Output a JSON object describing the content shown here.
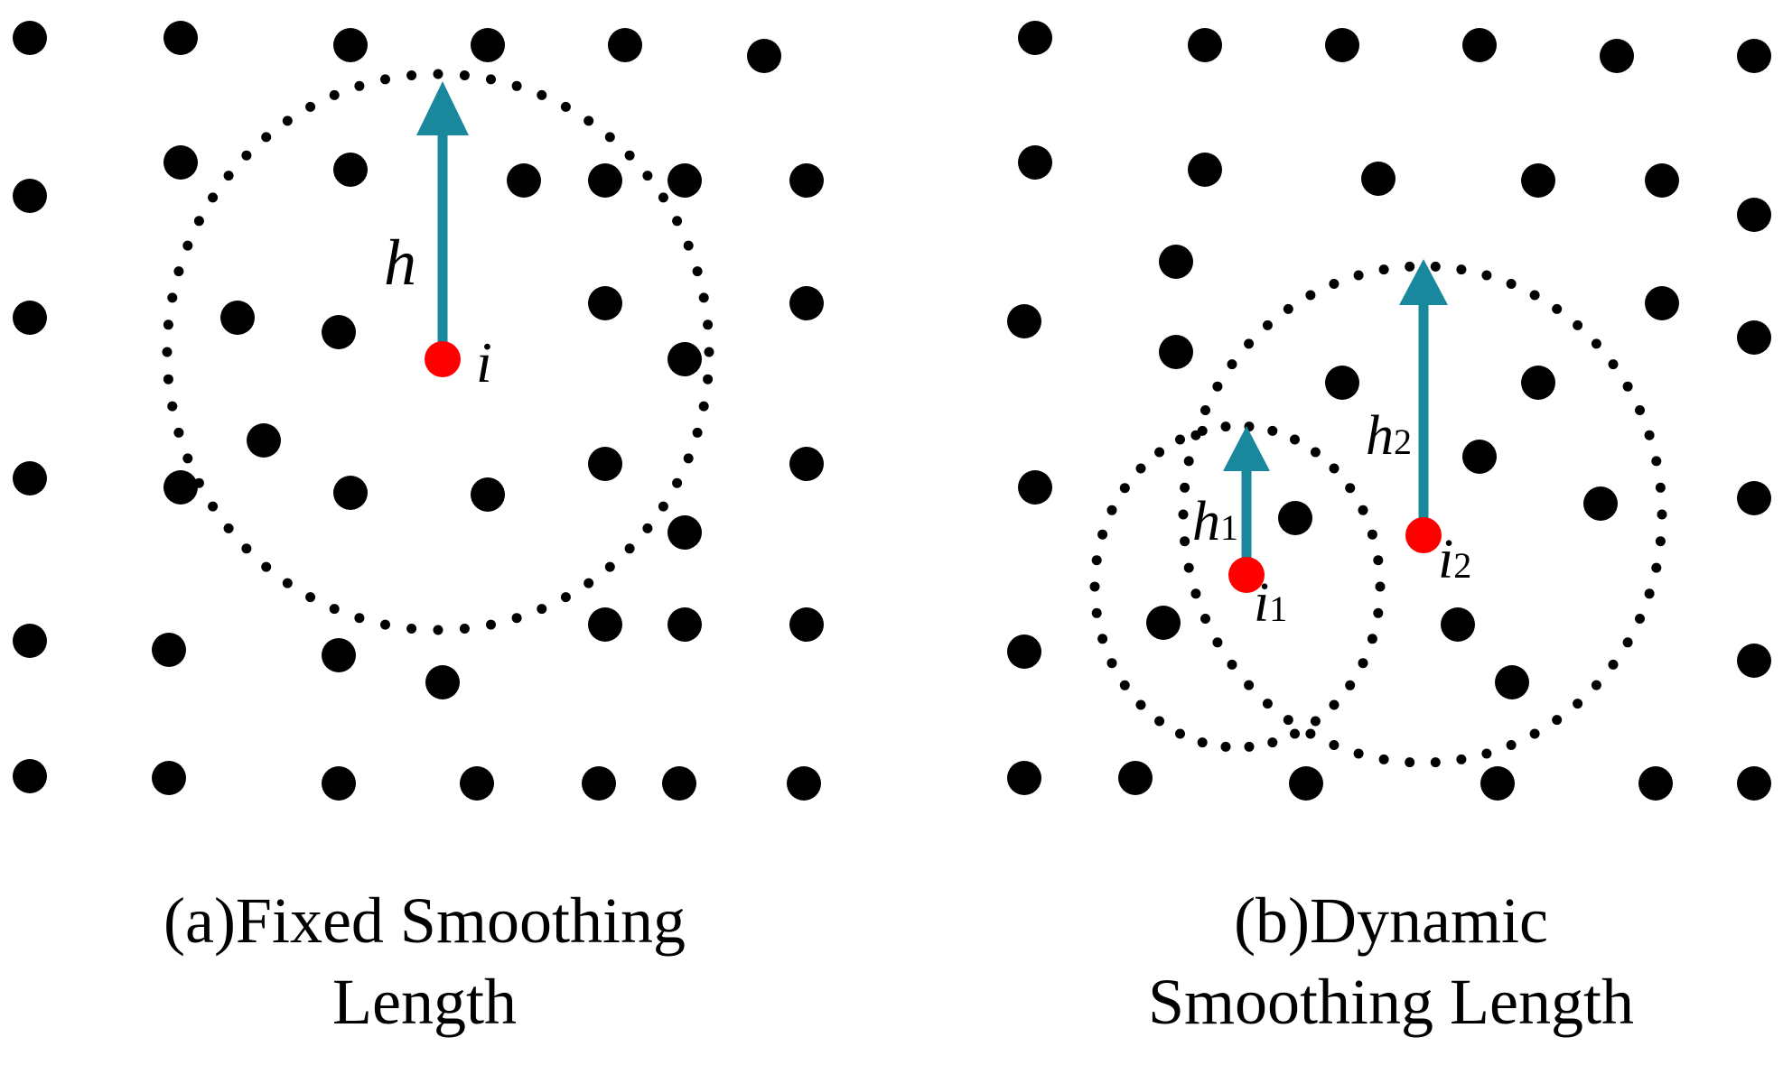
{
  "colors": {
    "particle": "#000000",
    "center_particle": "#ff0000",
    "arrow": "#19879c",
    "boundary": "#000000"
  },
  "panel_a": {
    "caption": "(a)Fixed Smoothing\nLength",
    "label_h": "h",
    "label_i": "i"
  },
  "panel_b": {
    "caption": "(b)Dynamic\nSmoothing Length",
    "label_h1_base": "h",
    "label_h1_sub": "1",
    "label_i1_base": "i",
    "label_i1_sub": "1",
    "label_h2_base": "h",
    "label_h2_sub": "2",
    "label_i2_base": "i",
    "label_i2_sub": "2"
  }
}
